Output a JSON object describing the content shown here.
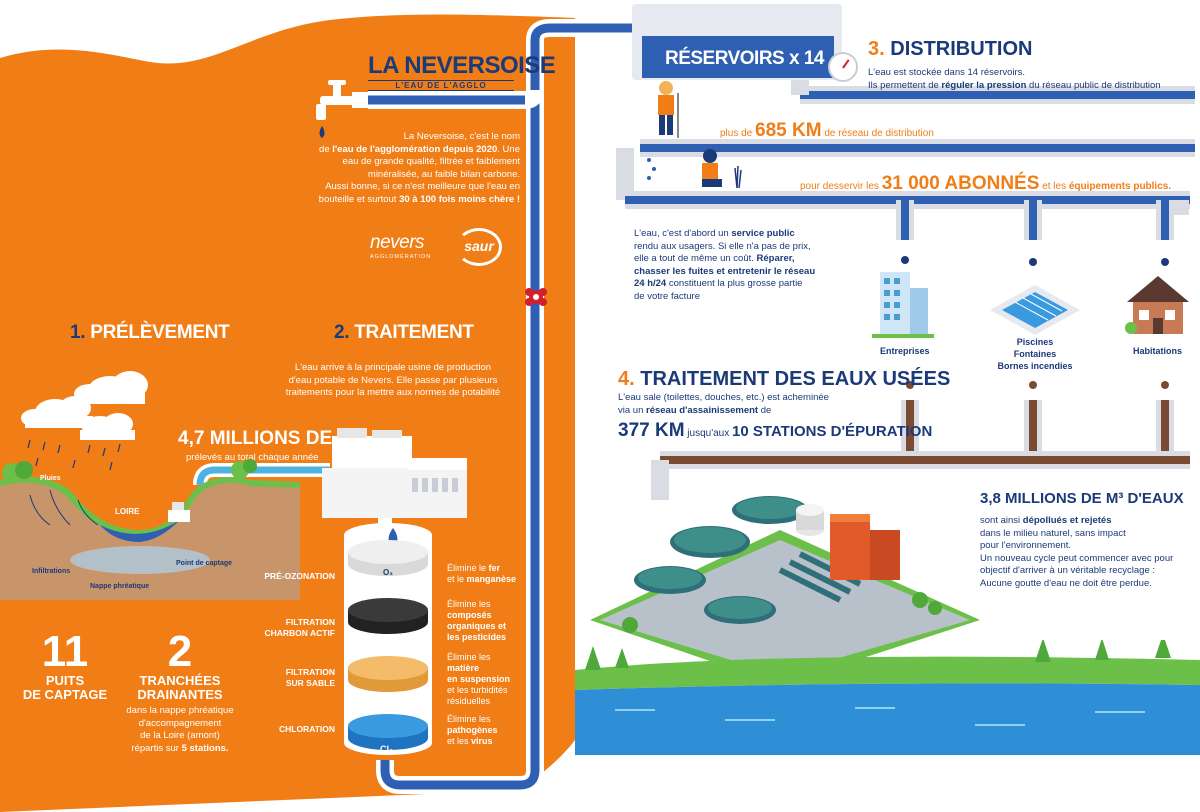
{
  "brand": {
    "title": "LA NEVERSOISE",
    "subtitle": "L'EAU DE L'AGGLO",
    "intro_lines": [
      {
        "pre": "La Neversoise, c'est le nom",
        "bold": "",
        "post": ""
      },
      {
        "pre": "de ",
        "bold": "l'eau de l'agglomération depuis 2020",
        "post": ". Une"
      },
      {
        "pre": "eau de grande qualité, filtrée et faiblement",
        "bold": "",
        "post": ""
      },
      {
        "pre": "minéralisée, au faible bilan carbone.",
        "bold": "",
        "post": ""
      },
      {
        "pre": "Aussi bonne, si ce n'est meilleure que l'eau en",
        "bold": "",
        "post": ""
      },
      {
        "pre": "bouteille et surtout ",
        "bold": "30 à 100 fois moins chère !",
        "post": ""
      }
    ],
    "logo_nevers": "nevers",
    "logo_nevers_sub": "AGGLOMÉRATION",
    "logo_saur": "saur"
  },
  "prelevement": {
    "number": "1.",
    "title": "PRÉLÈVEMENT",
    "volume": "4,7 MILLIONS DE M³",
    "volume_sub": "prélevés au total chaque année",
    "labels": {
      "pluies": "Pluies",
      "loire": "LOIRE",
      "infiltrations": "Infiltrations",
      "nappe": "Nappe phréatique",
      "point_captage": "Point de captage"
    },
    "puits_num": "11",
    "puits_l1": "PUITS",
    "puits_l2": "DE CAPTAGE",
    "tranchees_num": "2",
    "tranchees_l1": "TRANCHÉES",
    "tranchees_l2": "DRAINANTES",
    "tranchees_desc": [
      "dans la nappe phréatique",
      "d'accompagnement",
      "de la Loire (amont)"
    ],
    "tranchees_desc_last_pre": "répartis sur ",
    "tranchees_desc_last_bold": "5 stations."
  },
  "traitement": {
    "number": "2.",
    "title": "TRAITEMENT",
    "desc": [
      "L'eau arrive à la principale usine de production",
      "d'eau potable de Nevers. Elle passe par plusieurs",
      "traitements pour la mettre aux normes de potabilité"
    ],
    "filters": [
      {
        "label": [
          "PRÉ-OZONATION"
        ],
        "desc": [
          {
            "t": "Élimine le ",
            "b": "fer"
          },
          {
            "t": "et le ",
            "b": "manganèse"
          }
        ],
        "color": "#e8e8e8",
        "chem": "O₃"
      },
      {
        "label": [
          "FILTRATION",
          "CHARBON ACTIF"
        ],
        "desc": [
          {
            "t": "Élimine les",
            "b": ""
          },
          {
            "t": "",
            "b": "composés"
          },
          {
            "t": "",
            "b": "organiques et"
          },
          {
            "t": "",
            "b": "les pesticides"
          }
        ],
        "color": "#333333",
        "chem": ""
      },
      {
        "label": [
          "FILTRATION",
          "SUR SABLE"
        ],
        "desc": [
          {
            "t": "Élimine les",
            "b": ""
          },
          {
            "t": "",
            "b": "matière"
          },
          {
            "t": "",
            "b": "en suspension"
          },
          {
            "t": "et les turbidités",
            "b": ""
          },
          {
            "t": "résiduelles",
            "b": ""
          }
        ],
        "color": "#f1b35a",
        "chem": ""
      },
      {
        "label": [
          "CHLORATION"
        ],
        "desc": [
          {
            "t": "Élimine les",
            "b": ""
          },
          {
            "t": "",
            "b": "pathogènes"
          },
          {
            "t": "et les ",
            "b": "virus"
          }
        ],
        "color": "#2f8fd6",
        "chem": "Cl₂"
      }
    ]
  },
  "distribution": {
    "number": "3.",
    "title": "DISTRIBUTION",
    "reservoirs": "RÉSERVOIRS x 14",
    "line1": "L'eau est stockée dans 14 réservoirs.",
    "line2_pre": "Ils permettent de ",
    "line2_bold": "réguler la pression",
    "line2_post": " du réseau public de distribution",
    "km_pre": "plus de ",
    "km_big": "685 KM",
    "km_post": " de réseau de distribution",
    "abonnes_pre": "pour desservir les ",
    "abonnes_big": "31 000 ABONNÉS",
    "abonnes_mid": " et les ",
    "abonnes_bold": "équipements publics.",
    "service_lines": [
      {
        "t": "L'eau, c'est d'abord un ",
        "b": "service public"
      },
      {
        "t": "rendu aux usagers. Si elle n'a pas de prix,",
        "b": ""
      },
      {
        "t": "elle a tout de même un coût. ",
        "b": "Réparer,"
      },
      {
        "t": "",
        "b": "chasser les fuites et entretenir le réseau"
      },
      {
        "t": "",
        "b": "24 h/24",
        "post": " constituent la plus grosse partie"
      },
      {
        "t": "de votre facture",
        "b": ""
      }
    ],
    "entreprises": "Entreprises",
    "piscines": [
      "Piscines",
      "Fontaines",
      "Bornes incendies"
    ],
    "habitations": "Habitations"
  },
  "eaux_usees": {
    "number": "4.",
    "title": "TRAITEMENT DES EAUX USÉES",
    "line1": "L'eau sale (toilettes, douches, etc.) est acheminée",
    "line2_pre": "via un ",
    "line2_bold": "réseau d'assainissement",
    "line2_post": " de",
    "km_big": "377 KM",
    "km_mid": " jusqu'aux ",
    "stations_big": "10 STATIONS D'ÉPURATION",
    "volume": "3,8 MILLIONS DE M³ D'EAUX",
    "desc": [
      {
        "t": "sont ainsi ",
        "b": "dépollués et rejetés"
      },
      {
        "t": "dans le milieu naturel, sans impact",
        "b": ""
      },
      {
        "t": "pour l'environnement.",
        "b": ""
      },
      {
        "t": "Un nouveau cycle peut commencer avec pour",
        "b": ""
      },
      {
        "t": "objectif d'arriver à un véritable recyclage :",
        "b": ""
      },
      {
        "t": "Aucune goutte d'eau ne doit être perdue.",
        "b": ""
      }
    ]
  },
  "colors": {
    "orange": "#f07d16",
    "navy": "#1b3a78",
    "pipe_blue": "#2f5fb3",
    "brown": "#7a4a32",
    "grass": "#6cc04a"
  }
}
